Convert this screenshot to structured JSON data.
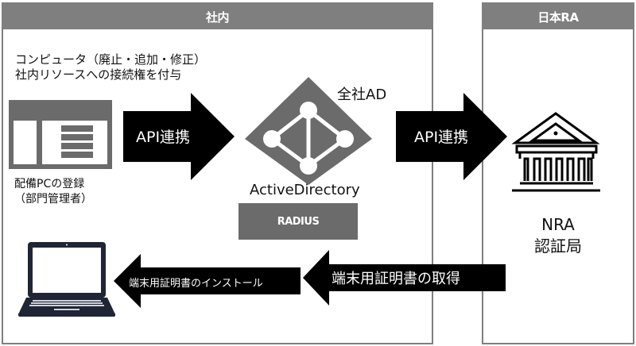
{
  "zones": {
    "internal": {
      "title": "社内"
    },
    "ra": {
      "title": "日本RA"
    }
  },
  "description": {
    "line1": "コンピュータ（廃止・追加・修正）",
    "line2": "社内リソースへの接続権を付与"
  },
  "registration": {
    "icon": "admin-console-icon",
    "line1": "配備PCの登録",
    "line2": "（部門管理者）"
  },
  "arrows": {
    "api_left": "API連携",
    "api_right": "API連携",
    "install": "端末用証明書のインストール",
    "acquire": "端末用証明書の取得"
  },
  "ad": {
    "icon": "active-directory-icon",
    "label_top": "全社AD",
    "label_bottom": "ActiveDirectory",
    "radius": "RADIUS"
  },
  "nra": {
    "icon": "bank-building-icon",
    "line1": "NRA",
    "line2": "認証局"
  },
  "laptop": {
    "icon": "laptop-icon"
  },
  "colors": {
    "gray": "#7f7f7f",
    "dark_gray": "#6b6b6b",
    "black": "#000000",
    "navy": "#1f2535"
  }
}
